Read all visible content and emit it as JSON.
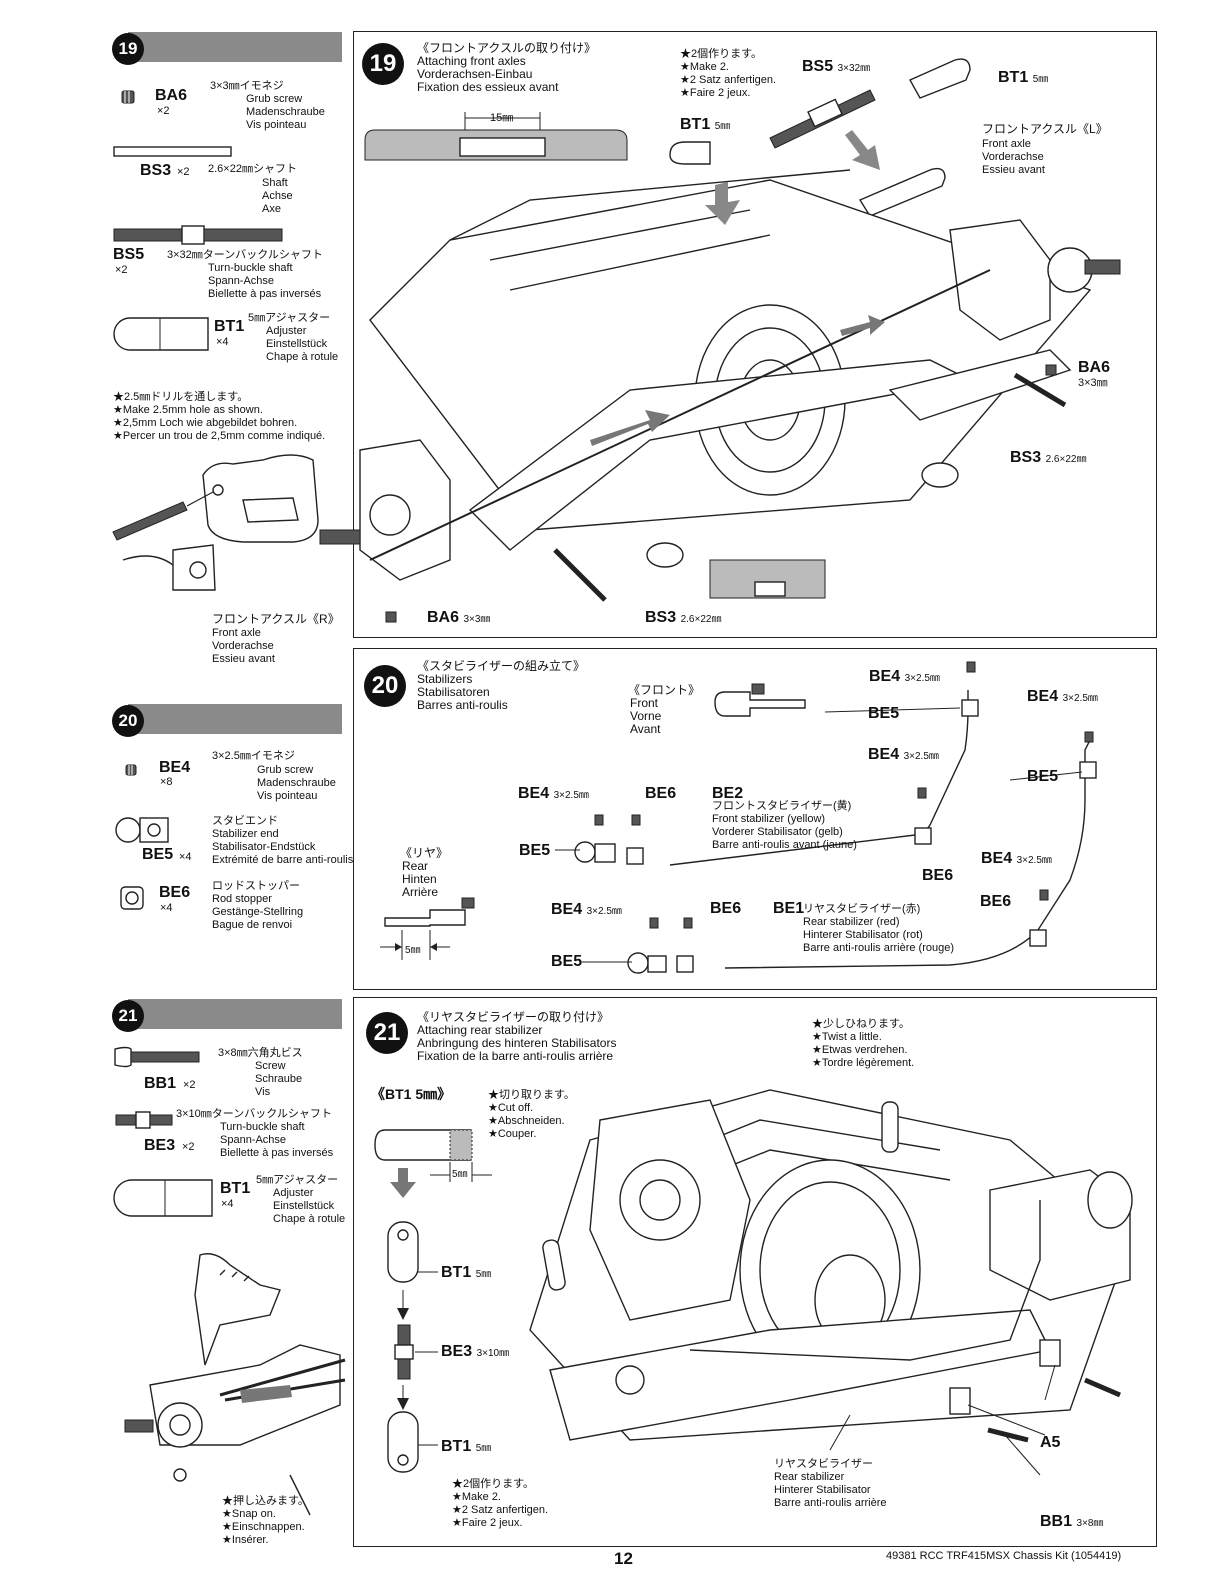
{
  "sidebar19": {
    "step": "19",
    "ba6": {
      "code": "BA6",
      "qty": "×2",
      "jp": "3×3㎜イモネジ",
      "lines": [
        "Grub screw",
        "Madenschraube",
        "Vis pointeau"
      ]
    },
    "bs3": {
      "code": "BS3",
      "qty": "×2",
      "jp": "2.6×22㎜シャフト",
      "lines": [
        "Shaft",
        "Achse",
        "Axe"
      ]
    },
    "bs5": {
      "code": "BS5",
      "qty": "×2",
      "jp": "3×32㎜ターンバックルシャフト",
      "lines": [
        "Turn-buckle shaft",
        "Spann-Achse",
        "Biellette à pas inversés"
      ]
    },
    "bt1": {
      "code": "BT1",
      "qty": "×4",
      "jp": "5㎜アジャスター",
      "lines": [
        "Adjuster",
        "Einstellstück",
        "Chape à rotule"
      ]
    },
    "drill": [
      "★2.5㎜ドリルを通します。",
      "★Make 2.5mm hole as shown.",
      "★2,5mm Loch wie abgebildet bohren.",
      "★Percer un trou de 2,5mm comme indiqué."
    ],
    "axleR": {
      "jp": "フロントアクスル《R》",
      "lines": [
        "Front axle",
        "Vorderachse",
        "Essieu avant"
      ]
    }
  },
  "step19": {
    "num": "19",
    "title": [
      "《フロントアクスルの取り付け》",
      "Attaching front axles",
      "Vorderachsen-Einbau",
      "Fixation des essieux avant"
    ],
    "make2": [
      "★2個作ります。",
      "★Make 2.",
      "★2 Satz anfertigen.",
      "★Faire 2 jeux."
    ],
    "dim15": "15㎜",
    "bs5": "BS5",
    "bs5size": "3×32㎜",
    "bt1": "BT1",
    "bt1size": "5㎜",
    "axleL": {
      "jp": "フロントアクスル《L》",
      "lines": [
        "Front axle",
        "Vorderachse",
        "Essieu avant"
      ]
    },
    "ba6": "BA6",
    "ba6size": "3×3㎜",
    "bs3": "BS3",
    "bs3size": "2.6×22㎜"
  },
  "sidebar20": {
    "step": "20",
    "be4": {
      "code": "BE4",
      "qty": "×8",
      "jp": "3×2.5㎜イモネジ",
      "lines": [
        "Grub screw",
        "Madenschraube",
        "Vis pointeau"
      ]
    },
    "be5": {
      "code": "BE5",
      "qty": "×4",
      "jp": "スタビエンド",
      "lines": [
        "Stabilizer end",
        "Stabilisator-Endstück",
        "Extrémité de barre anti-roulis"
      ]
    },
    "be6": {
      "code": "BE6",
      "qty": "×4",
      "jp": "ロッドストッパー",
      "lines": [
        "Rod stopper",
        "Gestänge-Stellring",
        "Bague de renvoi"
      ]
    }
  },
  "step20": {
    "num": "20",
    "title": [
      "《スタビライザーの組み立て》",
      "Stabilizers",
      "Stabilisatoren",
      "Barres anti-roulis"
    ],
    "front": [
      "《フロント》",
      "Front",
      "Vorne",
      "Avant"
    ],
    "rear": [
      "《リヤ》",
      "Rear",
      "Hinten",
      "Arrière"
    ],
    "be4": "BE4",
    "be4size": "3×2.5㎜",
    "be5": "BE5",
    "be6": "BE6",
    "be2": {
      "code": "BE2",
      "jp": "フロントスタビライザー(黄)",
      "lines": [
        "Front stabilizer (yellow)",
        "Vorderer Stabilisator (gelb)",
        "Barre anti-roulis avant (jaune)"
      ]
    },
    "be1": {
      "code": "BE1",
      "jp": "リヤスタビライザー(赤)",
      "lines": [
        "Rear stabilizer (red)",
        "Hinterer Stabilisator (rot)",
        "Barre anti-roulis arrière (rouge)"
      ]
    },
    "dim5": "5㎜"
  },
  "sidebar21": {
    "step": "21",
    "bb1": {
      "code": "BB1",
      "qty": "×2",
      "jp": "3×8㎜六角丸ビス",
      "lines": [
        "Screw",
        "Schraube",
        "Vis"
      ]
    },
    "be3": {
      "code": "BE3",
      "qty": "×2",
      "jp": "3×10㎜ターンバックルシャフト",
      "lines": [
        "Turn-buckle shaft",
        "Spann-Achse",
        "Biellette à pas inversés"
      ]
    },
    "bt1": {
      "code": "BT1",
      "qty": "×4",
      "jp": "5㎜アジャスター",
      "lines": [
        "Adjuster",
        "Einstellstück",
        "Chape à rotule"
      ]
    },
    "snap": [
      "★押し込みます。",
      "★Snap on.",
      "★Einschnappen.",
      "★Insérer."
    ]
  },
  "step21": {
    "num": "21",
    "title": [
      "《リヤスタビライザーの取り付け》",
      "Attaching rear stabilizer",
      "Anbringung des hinteren Stabilisators",
      "Fixation de la barre anti-roulis arrière"
    ],
    "bt1box": "《BT1 5㎜》",
    "cut": [
      "★切り取ります。",
      "★Cut off.",
      "★Abschneiden.",
      "★Couper."
    ],
    "dim5": "5㎜",
    "bt1": "BT1",
    "bt1size": "5㎜",
    "be3": "BE3",
    "be3size": "3×10㎜",
    "make2": [
      "★2個作ります。",
      "★Make 2.",
      "★2 Satz anfertigen.",
      "★Faire 2 jeux."
    ],
    "twist": [
      "★少しひねります。",
      "★Twist a little.",
      "★Etwas verdrehen.",
      "★Tordre légèrement."
    ],
    "rearStab": [
      "リヤスタビライザー",
      "Rear stabilizer",
      "Hinterer Stabilisator",
      "Barre anti-roulis arrière"
    ],
    "a5": "A5",
    "bb1": "BB1",
    "bb1size": "3×8㎜"
  },
  "footer": {
    "page": "12",
    "kit": "49381  RCC TRF415MSX Chassis Kit (1054419)"
  }
}
